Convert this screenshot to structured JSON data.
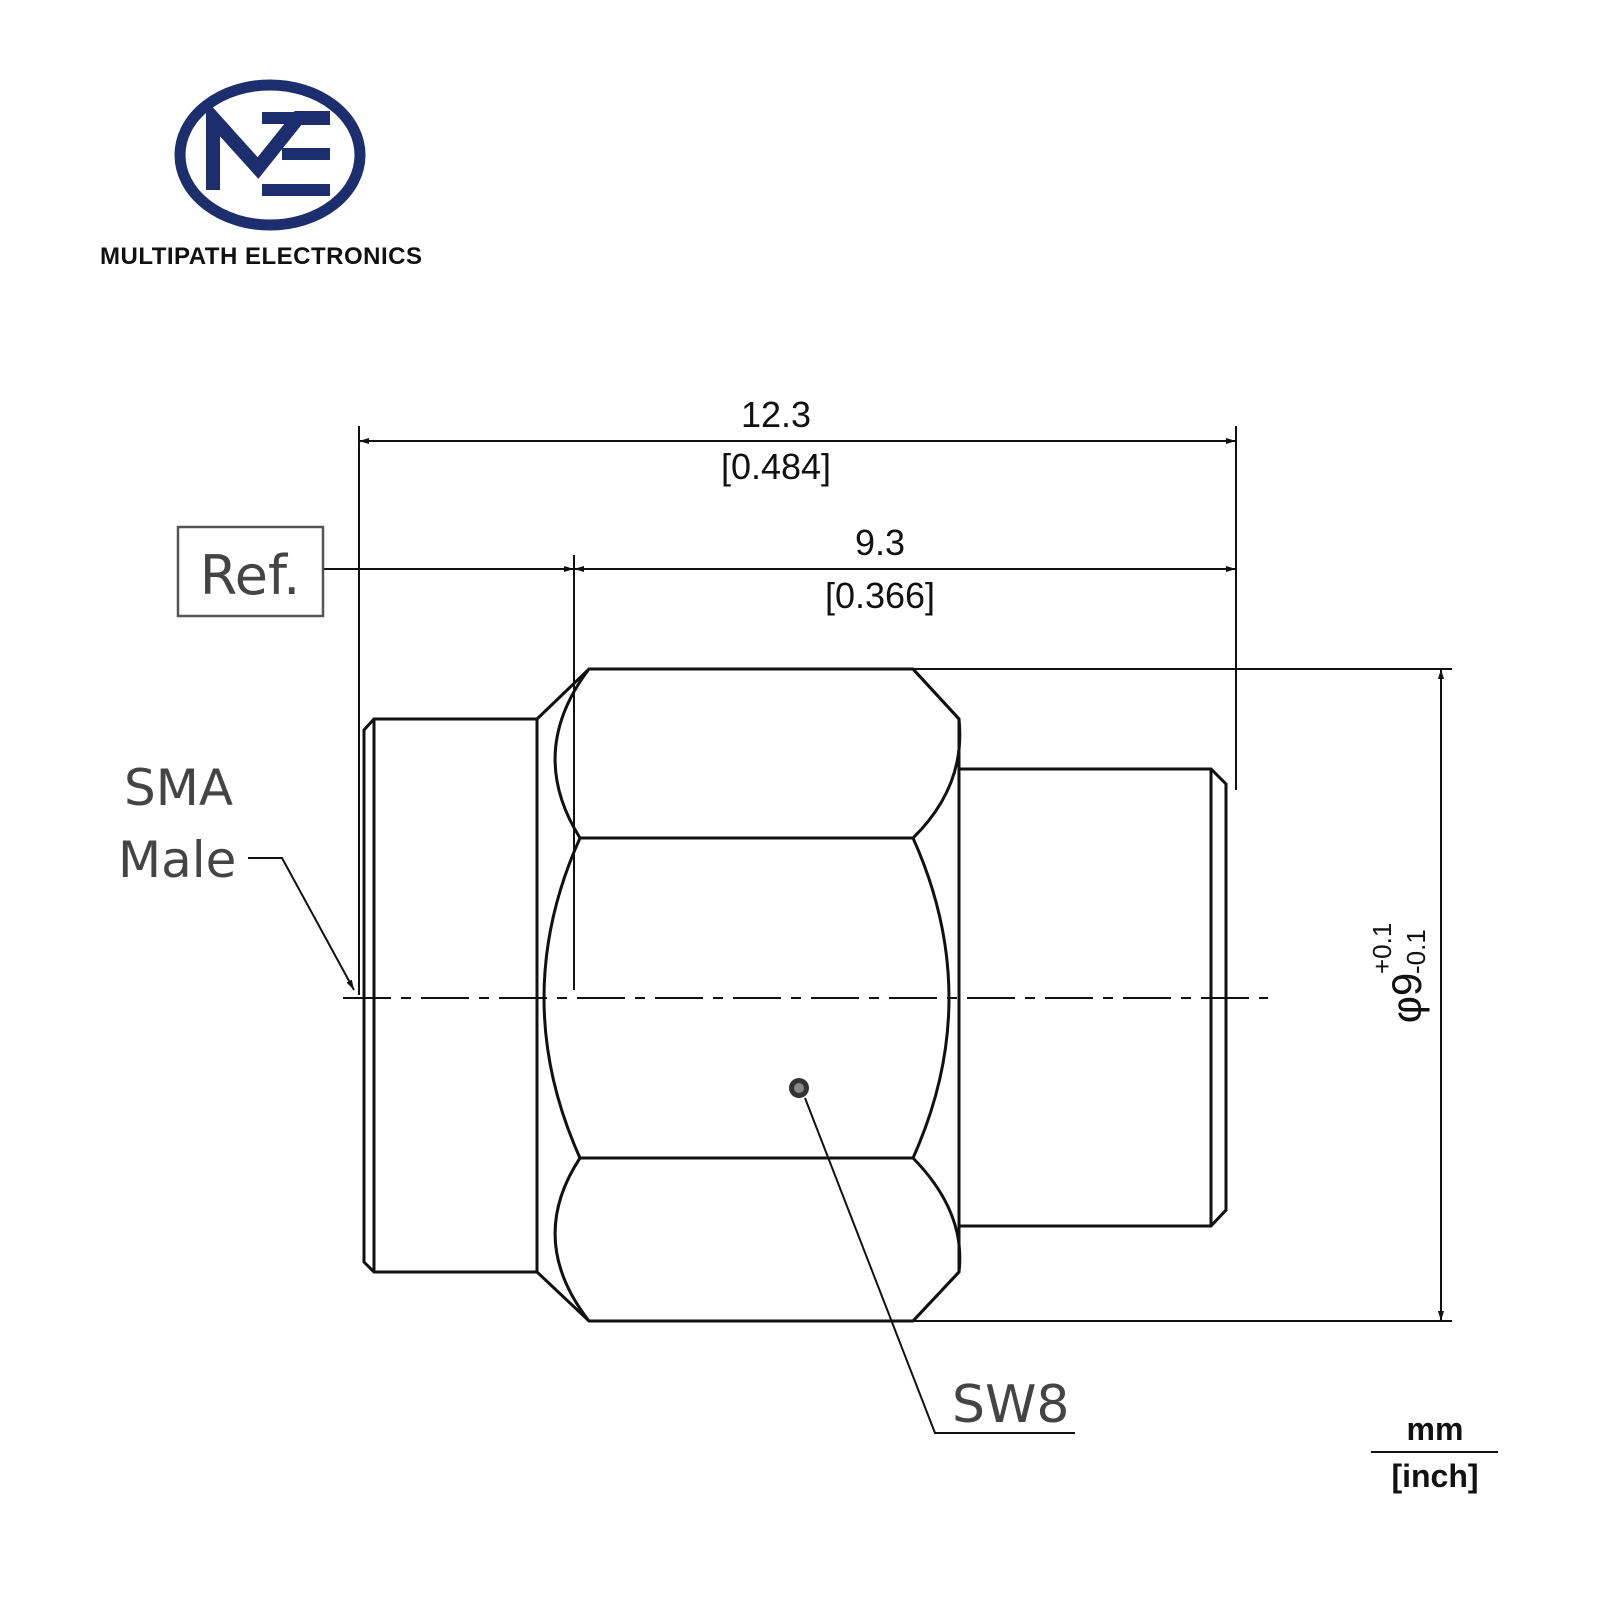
{
  "brand": {
    "company_name": "MULTIPATH ELECTRONICS",
    "logo_letters": "ME",
    "logo_color": "#1c2e6e"
  },
  "dimensions": {
    "overall_length_mm": "12.3",
    "overall_length_inch": "[0.484]",
    "hex_to_end_mm": "9.3",
    "hex_to_end_inch": "[0.366]",
    "ref_label": "Ref.",
    "diameter_symbol": "φ",
    "diameter_value": "9",
    "diameter_tol_upper": "+0.1",
    "diameter_tol_lower": "-0.1"
  },
  "callouts": {
    "interface_line1": "SMA",
    "interface_line2": "Male",
    "wrench_size": "SW8"
  },
  "units": {
    "primary": "mm",
    "secondary": "[inch]"
  },
  "colors": {
    "line": "#111111",
    "gray_text": "#444444"
  }
}
